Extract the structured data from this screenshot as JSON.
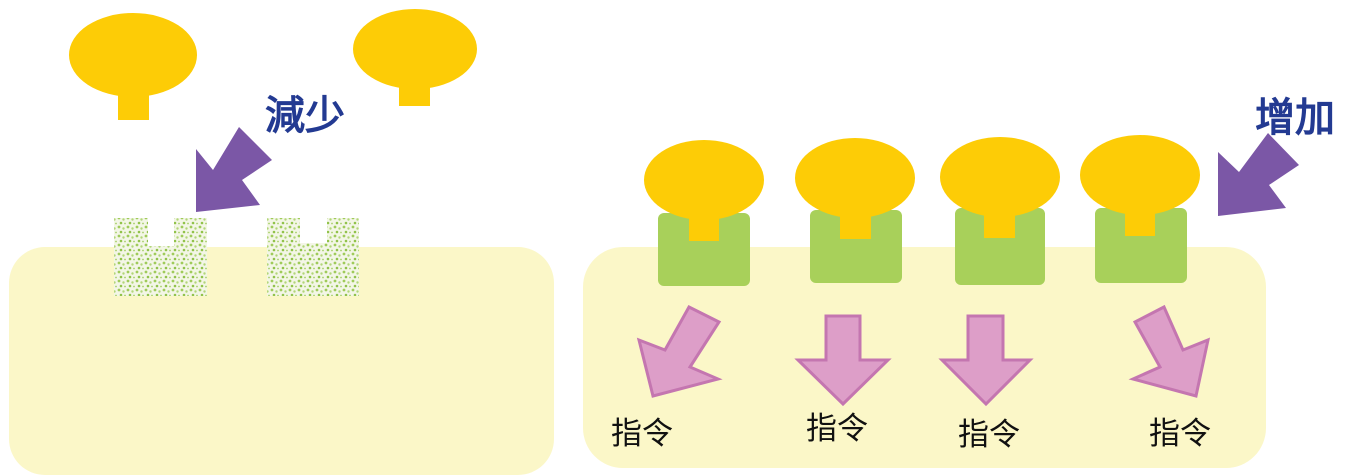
{
  "labels": {
    "decrease": "減少",
    "increase": "增加",
    "command": "指令"
  },
  "colors": {
    "cell_fill": "#fbf7c8",
    "ligand": "#fdcc06",
    "receptor_active": "#a8d05a",
    "receptor_faded": "#b9d98a",
    "arrow_purple": "#7b57a6",
    "arrow_pink": "#dd9ec8",
    "arrow_pink_stroke": "#c476b0",
    "label_blue": "#233a92",
    "command_text": "#111111"
  },
  "left_panel": {
    "free_ligands": [
      "ligand",
      "ligand"
    ],
    "faded_receptors": [
      "receptor",
      "receptor"
    ]
  },
  "right_panel": {
    "bound_receptors": [
      "receptor",
      "receptor",
      "receptor",
      "receptor"
    ],
    "signals": [
      "指令",
      "指令",
      "指令",
      "指令"
    ]
  }
}
